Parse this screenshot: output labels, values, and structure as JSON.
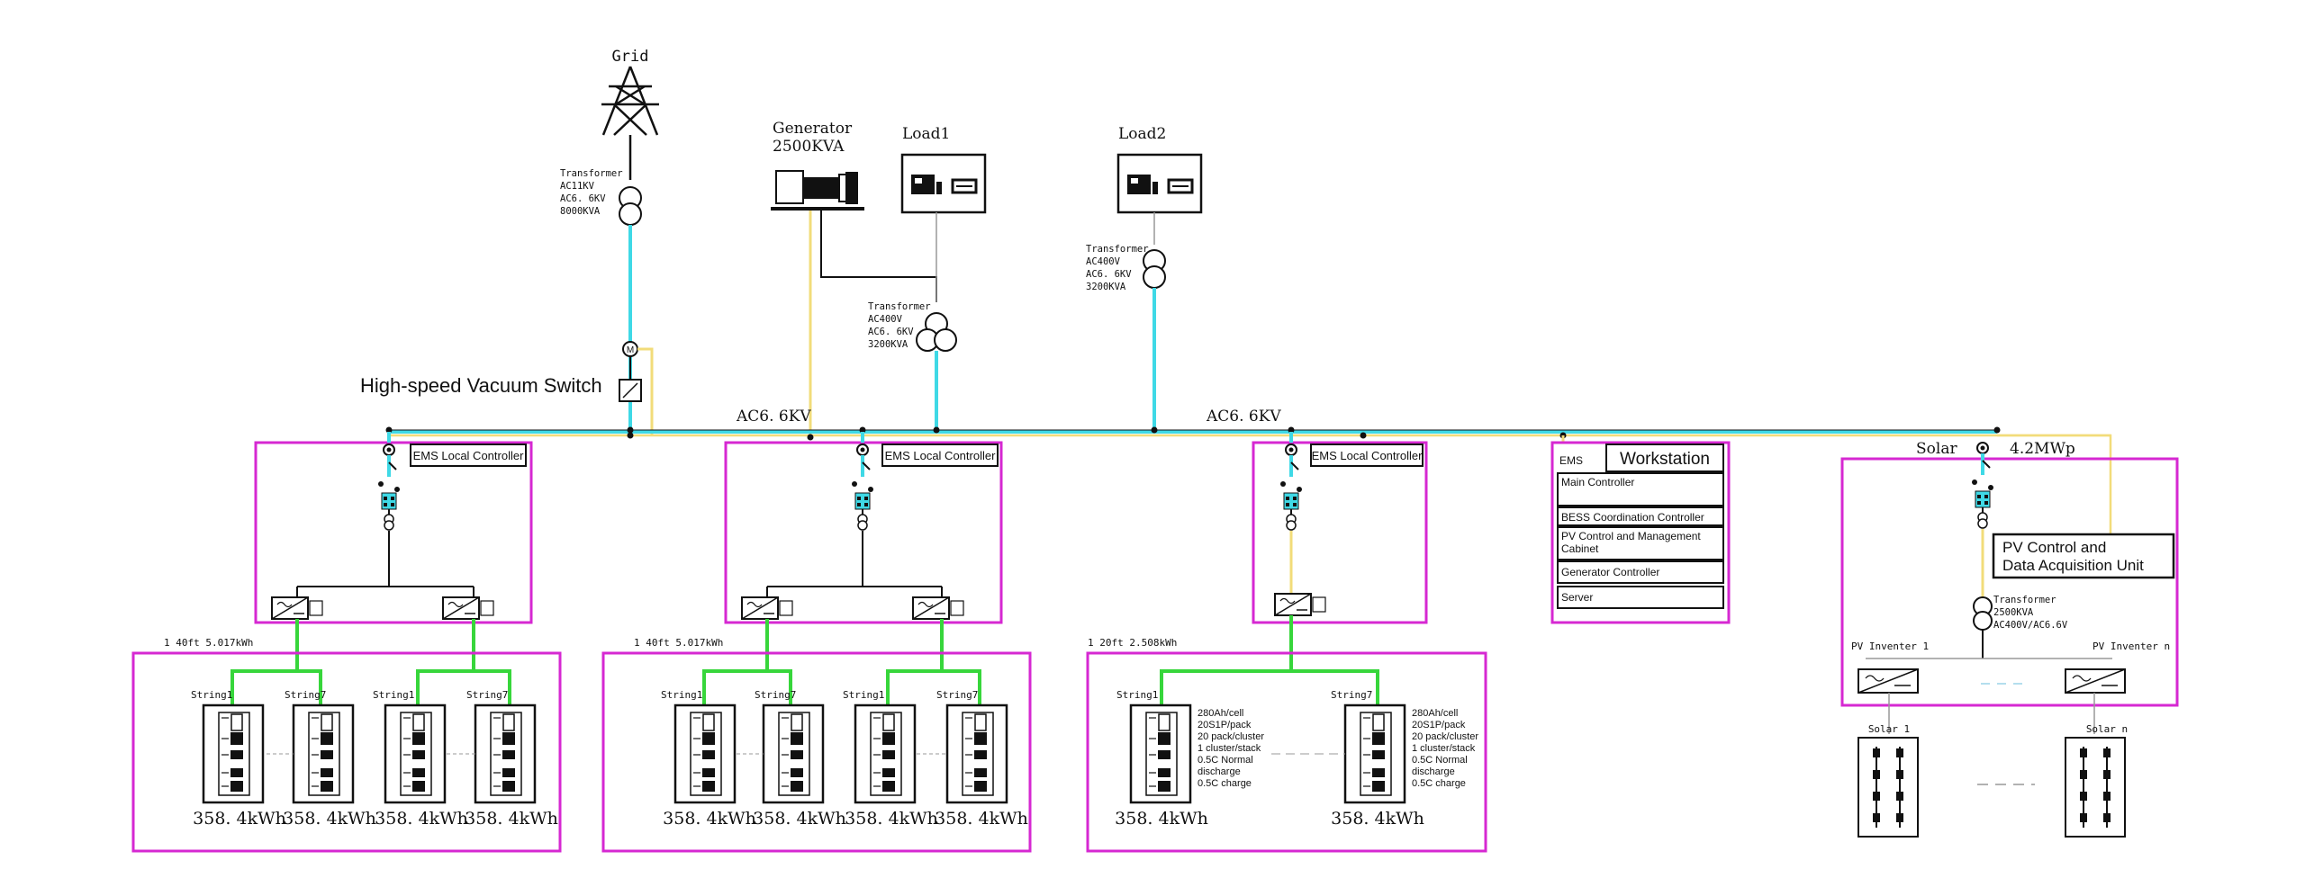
{
  "colors": {
    "bus": "#3fd9e6",
    "yellow": "#f2dc7a",
    "green": "#37d63b",
    "magenta": "#d628d2",
    "black": "#111111"
  },
  "grid": {
    "label": "Grid",
    "icon": "transmission-tower-icon"
  },
  "transformer_grid": {
    "line1": "Transformer",
    "line2": "AC11KV",
    "line3": "AC6. 6KV",
    "line4": "8000KVA"
  },
  "switch": {
    "label": "High-speed Vacuum Switch"
  },
  "generator": {
    "line1": "Generator",
    "line2": "2500KVA",
    "icon": "generator-icon"
  },
  "load1": {
    "label": "Load1",
    "icon": "load-icon"
  },
  "load2": {
    "label": "Load2",
    "icon": "load-icon"
  },
  "transformer_load1": {
    "line1": "Transformer",
    "line2": "AC400V",
    "line3": "AC6. 6KV",
    "line4": "3200KVA"
  },
  "transformer_load2": {
    "line1": "Transformer",
    "line2": "AC400V",
    "line3": "AC6. 6KV",
    "line4": "3200KVA"
  },
  "bus": {
    "label_left": "AC6. 6KV",
    "label_right": "AC6. 6KV"
  },
  "ems_labels": {
    "local_controller": "EMS Local Controller"
  },
  "containers": [
    {
      "size_label": "1  40ft  5.017kWh",
      "string_a": "String1",
      "string_b": "String7",
      "string_c": "String1",
      "string_d": "String7",
      "rack_capacity": "358. 4kWh"
    },
    {
      "size_label": "1  40ft  5.017kWh",
      "string_a": "String1",
      "string_b": "String7",
      "string_c": "String1",
      "string_d": "String7",
      "rack_capacity": "358. 4kWh"
    },
    {
      "size_label": "1  20ft  2.508kWh",
      "string_a": "String1",
      "string_b": "String7",
      "rack_capacity": "358. 4kWh",
      "spec": [
        "280Ah/cell",
        "20S1P/pack",
        "20 pack/cluster",
        "1 cluster/stack",
        "0.5C Normal",
        "discharge",
        "0.5C charge"
      ]
    }
  ],
  "ems": {
    "tag": "EMS",
    "workstation": "Workstation",
    "items": [
      "Main Controller",
      "BESS Coordination Controller",
      "PV Control and Management Cabinet",
      "Generator Controller",
      "Server"
    ]
  },
  "solar": {
    "label": "Solar",
    "capacity": "4.2MWp",
    "pv_unit_line1": "PV Control and",
    "pv_unit_line2": "Data Acquisition Unit",
    "transformer": {
      "line1": "Transformer",
      "line2": "2500KVA",
      "line3": "AC400V/AC6.6V"
    },
    "inverter_1": "PV Inventer 1",
    "inverter_n": "PV Inventer n",
    "array_1": "Solar 1",
    "array_n": "Solar n"
  }
}
